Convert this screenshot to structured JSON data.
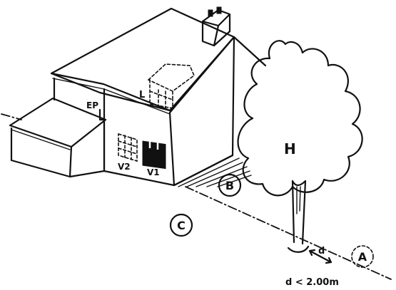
{
  "labels": {
    "ep": "EP",
    "l": "L",
    "h": "H",
    "v1": "V1",
    "v2": "V2",
    "b": "B",
    "c": "C",
    "a": "A",
    "d_marker": "d",
    "distance_rule": "d < 2.00m"
  },
  "colors": {
    "ink": "#111111",
    "paper": "#ffffff"
  }
}
